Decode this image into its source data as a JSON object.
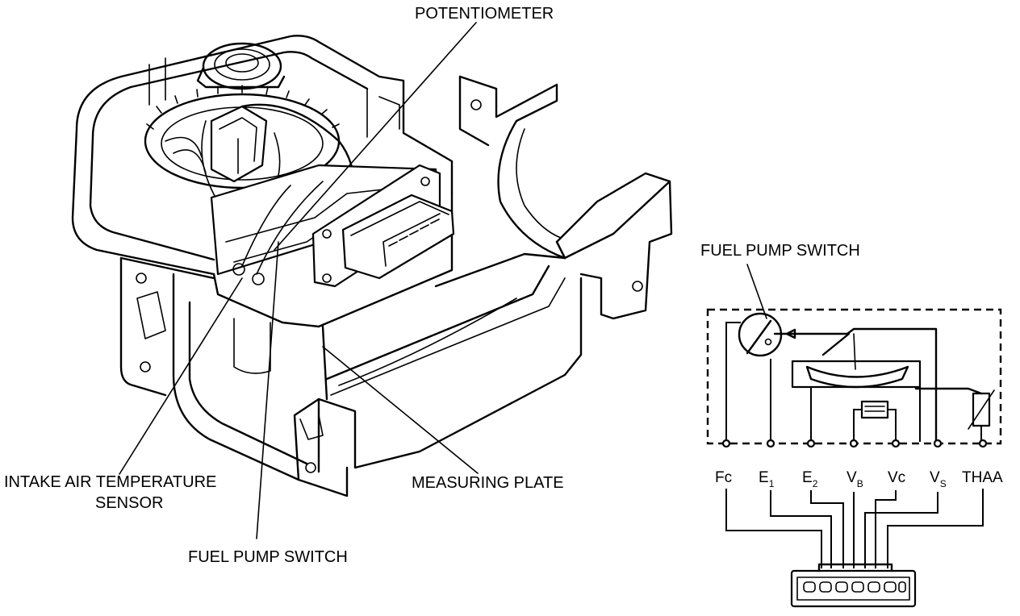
{
  "labels": {
    "potentiometer": "POTENTIOMETER",
    "fuel_pump_switch_schematic": "FUEL PUMP SWITCH",
    "intake_air_temp_line1": "INTAKE AIR TEMPERATURE",
    "intake_air_temp_line2": "SENSOR",
    "measuring_plate": "MEASURING PLATE",
    "fuel_pump_switch_bottom": "FUEL PUMP SWITCH"
  },
  "terminals": [
    {
      "id": "fc",
      "main": "Fc",
      "sub": ""
    },
    {
      "id": "e1",
      "main": "E",
      "sub": "1"
    },
    {
      "id": "e2",
      "main": "E",
      "sub": "2"
    },
    {
      "id": "vb",
      "main": "V",
      "sub": "B"
    },
    {
      "id": "vc",
      "main": "Vc",
      "sub": ""
    },
    {
      "id": "vs",
      "main": "V",
      "sub": "S"
    },
    {
      "id": "thaa",
      "main": "THAA",
      "sub": ""
    }
  ]
}
